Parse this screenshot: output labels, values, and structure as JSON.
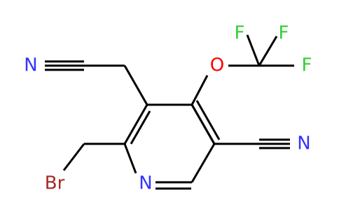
{
  "molecule": {
    "atoms": {
      "fluorine_top_left": "F",
      "fluorine_top_right": "F",
      "fluorine_right": "F",
      "oxygen": "O",
      "nitrile_nitrogen_left": "N",
      "nitrile_nitrogen_right": "N",
      "ring_nitrogen": "N",
      "bromine": "Br"
    }
  },
  "colors": {
    "bond": "#000000",
    "nitrogen": "#3333FF",
    "oxygen": "#FF0000",
    "fluorine": "#33CC33",
    "bromine": "#A62929"
  }
}
